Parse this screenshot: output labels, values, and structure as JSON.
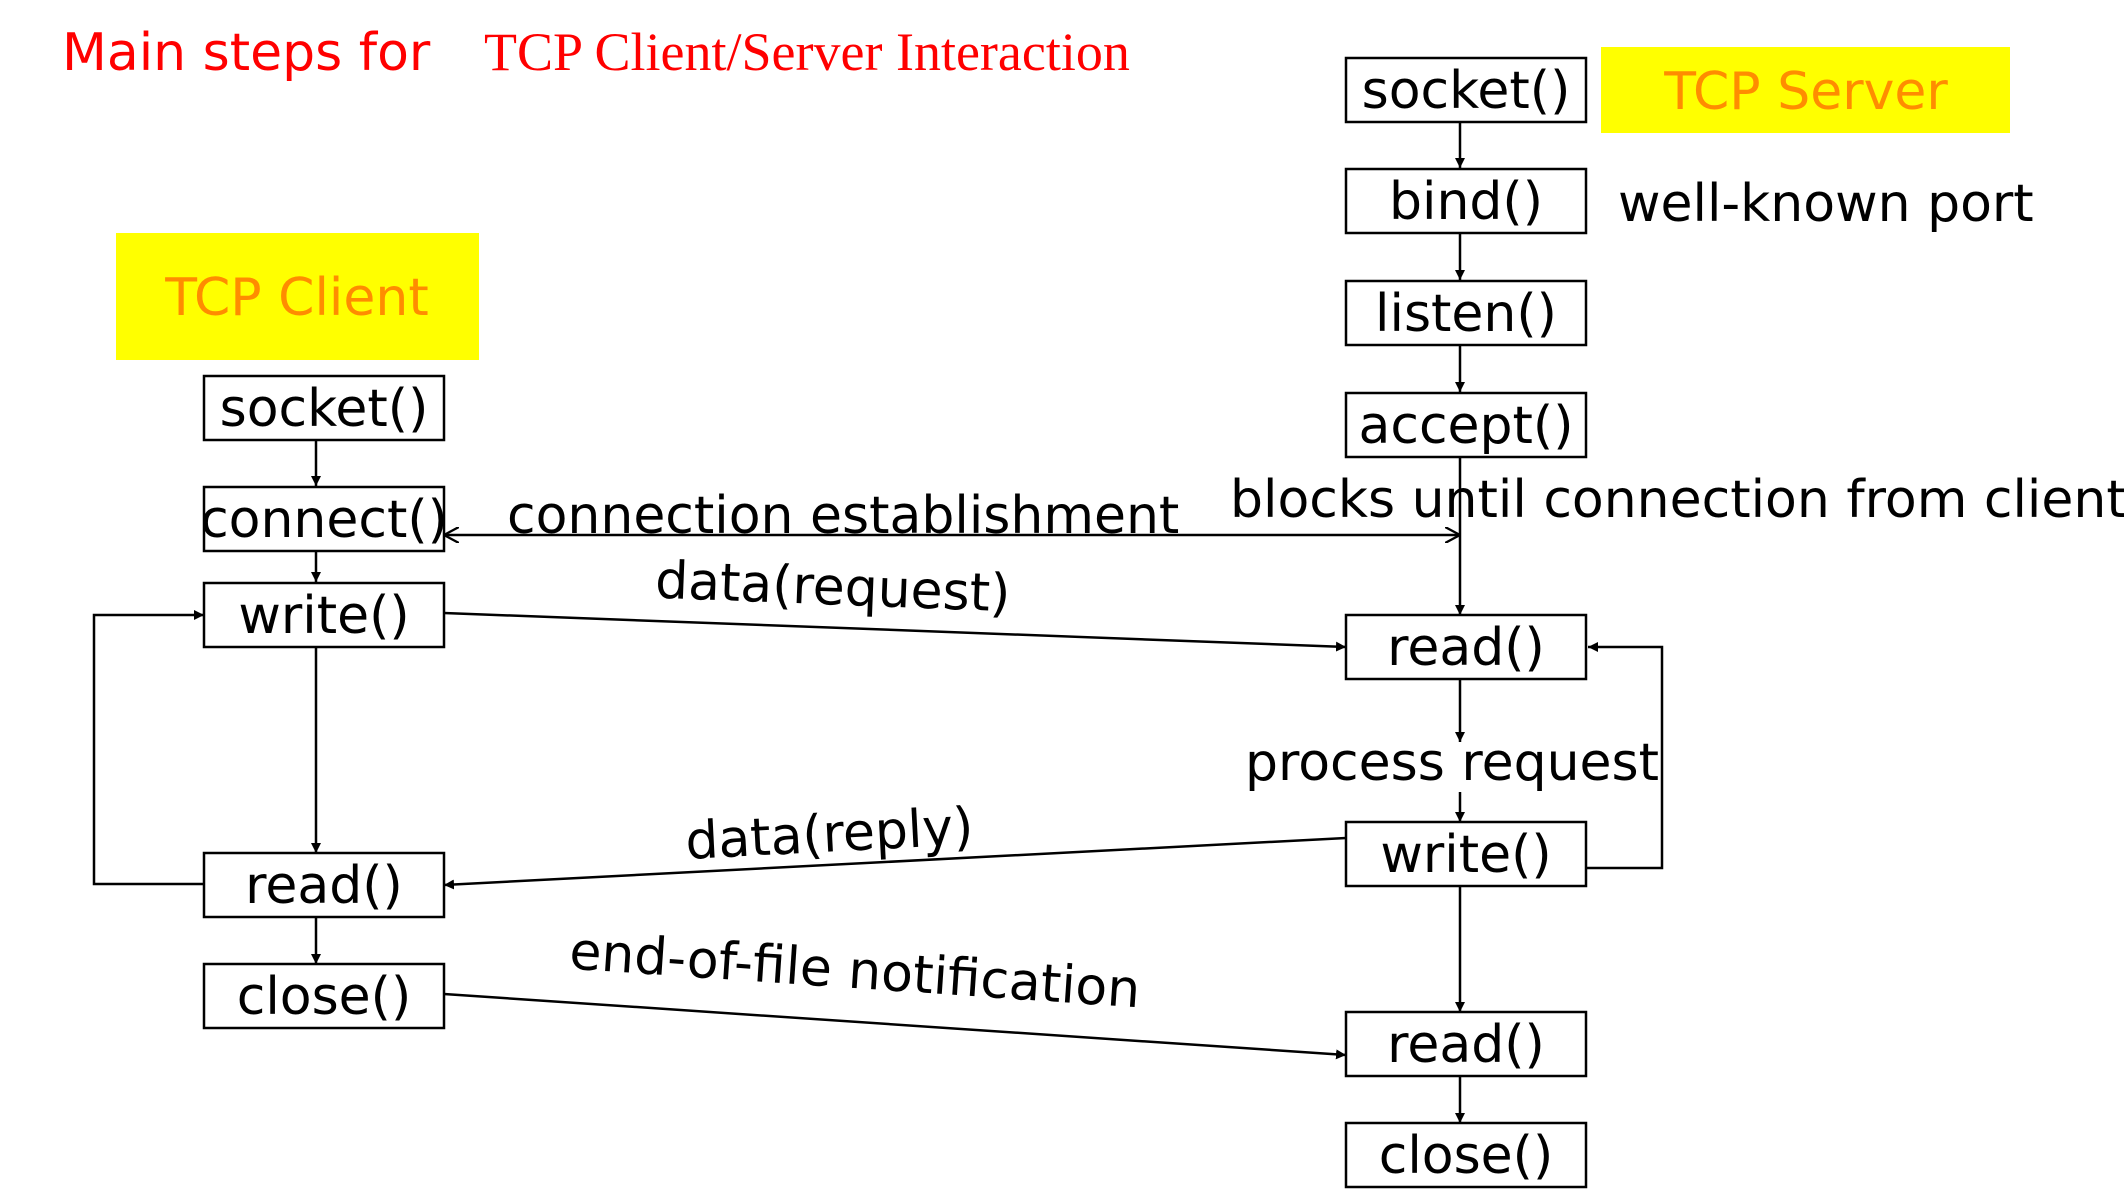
{
  "title": {
    "prefix": "Main steps for",
    "main": "TCP Client/Server Interaction"
  },
  "colors": {
    "title": "#ff0000",
    "role_background": "#ffff00",
    "role_text": "#ff8c00",
    "line": "#000000"
  },
  "client": {
    "role_label": "TCP Client",
    "steps": {
      "socket": "socket()",
      "connect": "connect()",
      "write": "write()",
      "read": "read()",
      "close": "close()"
    }
  },
  "server": {
    "role_label": "TCP Server",
    "steps": {
      "socket": "socket()",
      "bind": "bind()",
      "listen": "listen()",
      "accept": "accept()",
      "read": "read()",
      "write": "write()",
      "read_eof": "read()",
      "close": "close()"
    },
    "notes": {
      "bind": "well-known port",
      "accept": "blocks until connection from client",
      "process": "process request"
    }
  },
  "messages": {
    "connection": "connection establishment",
    "request": "data(request)",
    "reply": "data(reply)",
    "eof": "end-of-file notification"
  }
}
